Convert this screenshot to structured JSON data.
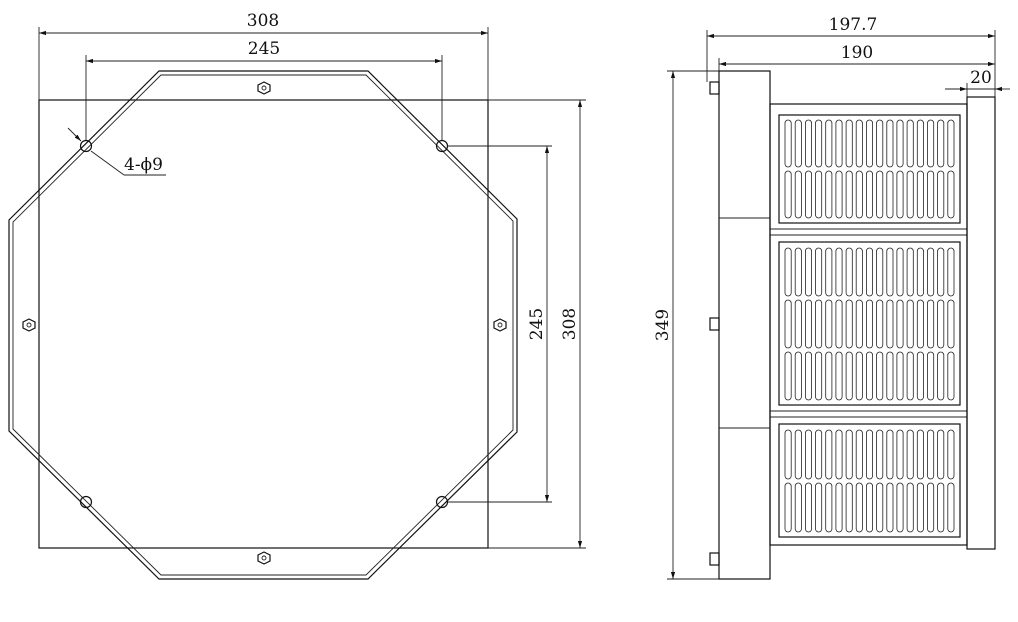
{
  "front_view": {
    "overall_width_label": "308",
    "hole_spacing_width_label": "245",
    "hole_callout_label": "4-ϕ9",
    "hole_spacing_height_label": "245",
    "overall_height_label": "308"
  },
  "side_view": {
    "depth_total_label": "197.7",
    "depth_label": "190",
    "cap_thickness_label": "20",
    "height_label": "349"
  }
}
